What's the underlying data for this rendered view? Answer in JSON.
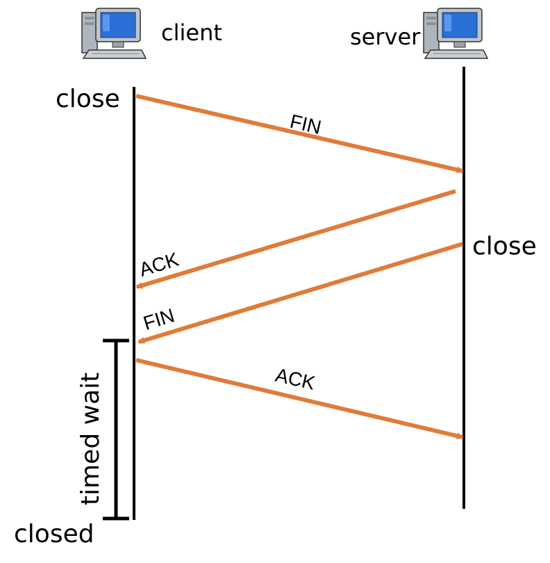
{
  "hosts": {
    "client": {
      "label": "client",
      "icon": "desktop-computer-icon"
    },
    "server": {
      "label": "server",
      "icon": "desktop-computer-icon"
    }
  },
  "events": {
    "client_close": "close",
    "server_close": "close",
    "client_closed": "closed"
  },
  "messages": [
    {
      "label": "FIN",
      "direction": "client-to-server"
    },
    {
      "label": "ACK",
      "direction": "server-to-client"
    },
    {
      "label": "FIN",
      "direction": "server-to-client"
    },
    {
      "label": "ACK",
      "direction": "client-to-server"
    }
  ],
  "timed_wait": {
    "label": "timed wait"
  },
  "colors": {
    "arrow": "#E07B39",
    "timeline": "#000000",
    "monitor_screen": "#2A6FD6",
    "computer_body": "#BFC5CC"
  }
}
